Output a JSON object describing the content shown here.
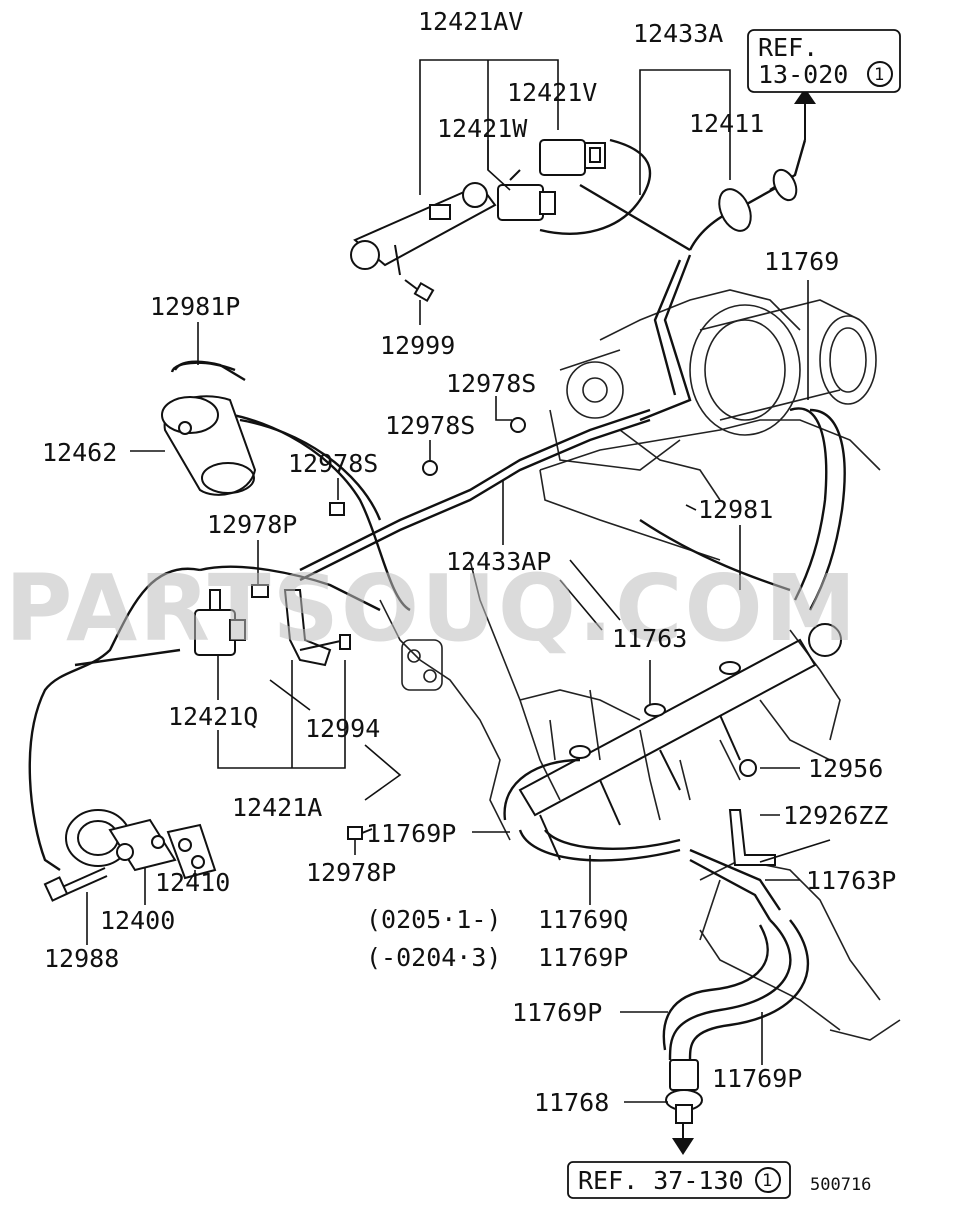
{
  "diagram_code": "500716",
  "watermark": "PARTSOUQ.COM",
  "references": {
    "top": {
      "label": "REF.",
      "code": "13-020",
      "circle": "1"
    },
    "bottom": {
      "label": "REF. 37-130",
      "circle": "1"
    }
  },
  "part_labels": {
    "p12421AV": "12421AV",
    "p12433A": "12433A",
    "p12421V": "12421V",
    "p12421W": "12421W",
    "p12411": "12411",
    "p11769_top": "11769",
    "p12981P": "12981P",
    "p12999": "12999",
    "p12978S_a": "12978S",
    "p12978S_b": "12978S",
    "p12462": "12462",
    "p12978S_c": "12978S",
    "p12978P_a": "12978P",
    "p12981": "12981",
    "p12433AP": "12433AP",
    "p11763": "11763",
    "p12421Q": "12421Q",
    "p12994": "12994",
    "p12956": "12956",
    "p12421A": "12421A",
    "p12926ZZ": "12926ZZ",
    "p11769P_a": "11769P",
    "p12410": "12410",
    "p12978P_b": "12978P",
    "p11763P": "11763P",
    "p12400": "12400",
    "p11769Q": "11769Q",
    "p12988": "12988",
    "p11769P_b": "11769P",
    "p11769P_c": "11769P",
    "p11769P_d": "11769P",
    "p11768": "11768"
  },
  "date_notes": {
    "from": "(0205·1-)",
    "to": "(-0204·3)"
  }
}
